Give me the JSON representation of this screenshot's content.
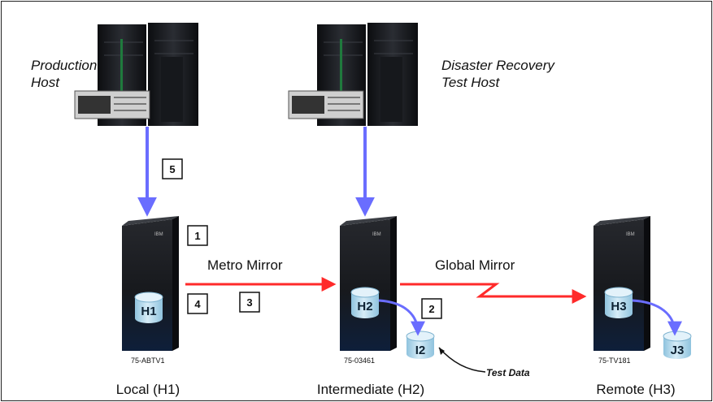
{
  "hosts": {
    "production": {
      "line1": "Production",
      "line2": "Host"
    },
    "dr_test": {
      "line1": "Disaster Recovery",
      "line2": "Test Host"
    }
  },
  "sites": {
    "local": {
      "label": "Local (H1)",
      "serial": "75-ABTV1",
      "volume": "H1"
    },
    "intermediate": {
      "label": "Intermediate (H2)",
      "serial": "75-03461",
      "volume": "H2",
      "flash_volume": "I2"
    },
    "remote": {
      "label": "Remote (H3)",
      "serial": "75-TV181",
      "volume": "H3",
      "journal_volume": "J3"
    }
  },
  "links": {
    "metro": "Metro Mirror",
    "global": "Global Mirror",
    "test_data": "Test Data"
  },
  "steps": [
    "1",
    "2",
    "3",
    "4",
    "5"
  ],
  "brand": "IBM",
  "colors": {
    "replication_arrow": "#ff2a2a",
    "host_arrow": "#6a6dff",
    "flash_arrow": "#6a6dff",
    "volume": "#b8dcef"
  }
}
